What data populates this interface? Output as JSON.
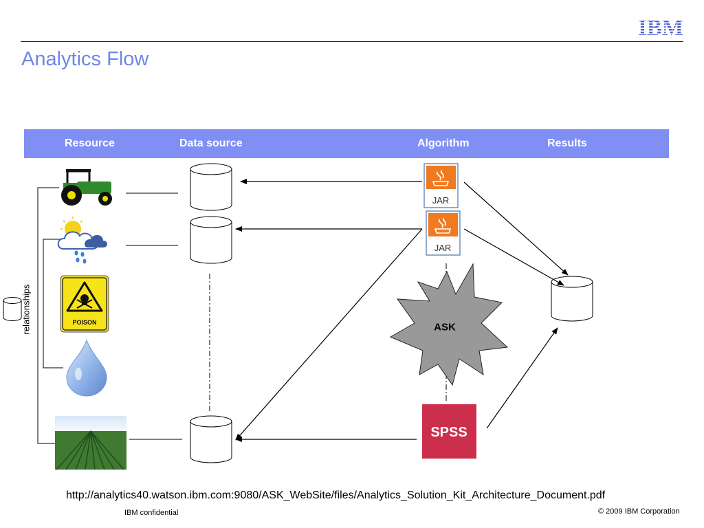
{
  "header": {
    "logo_text": "IBM",
    "title": "Analytics Flow"
  },
  "columns": {
    "resource": "Resource",
    "data_source": "Data source",
    "algorithm": "Algorithm",
    "results": "Results"
  },
  "side_label": "relationships",
  "algorithm_items": {
    "jar_1": "JAR",
    "jar_2": "JAR",
    "ask": "ASK",
    "spss": "SPSS"
  },
  "resources": {
    "poison_sign": "POISON"
  },
  "footer": {
    "url": "http://analytics40.watson.ibm.com:9080/ASK_WebSite/files/Analytics_Solution_Kit_Architecture_Document.pdf",
    "confidential": "IBM confidential",
    "copyright": "© 2009 IBM Corporation"
  },
  "colors": {
    "title": "#6f86e6",
    "header_band": "#7f8ff4",
    "spss": "#cc2f4c",
    "jar_orange": "#f07a20",
    "ask_gray": "#999999"
  }
}
